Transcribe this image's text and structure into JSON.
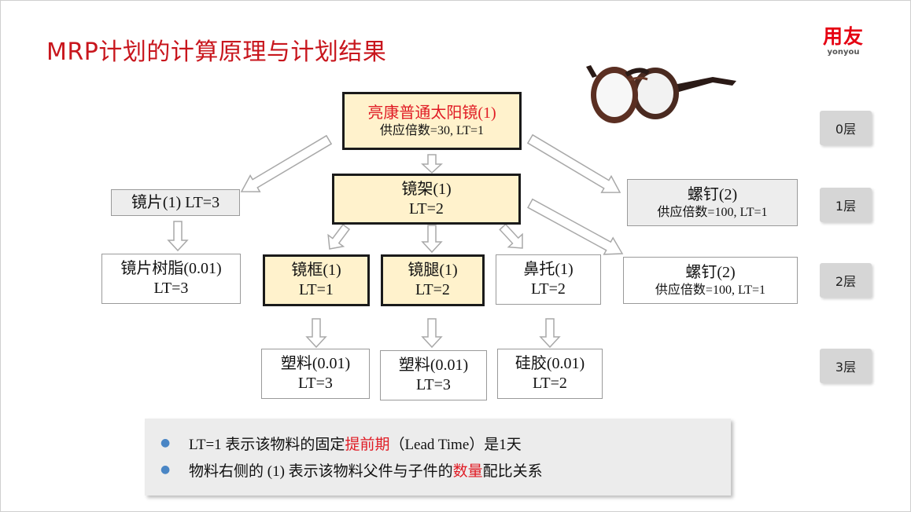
{
  "title": "MRP计划的计算原理与计划结果",
  "logo": {
    "cn": "用友",
    "en": "yonyou"
  },
  "nodes": {
    "root": {
      "name": "亮康普通太阳镜(1)",
      "detail": "供应倍数=30, LT=1"
    },
    "lens": {
      "name": "镜片(1) LT=3"
    },
    "frame": {
      "name": "镜架(1)",
      "detail": "LT=2"
    },
    "screw_a": {
      "name": "螺钉(2)",
      "detail": "供应倍数=100, LT=1"
    },
    "lens_resin": {
      "name": "镜片树脂(0.01)",
      "detail": "LT=3"
    },
    "rim": {
      "name": "镜框(1)",
      "detail": "LT=1"
    },
    "temple": {
      "name": "镜腿(1)",
      "detail": "LT=2"
    },
    "nose_pad": {
      "name": "鼻托(1)",
      "detail": "LT=2"
    },
    "screw_b": {
      "name": "螺钉(2)",
      "detail": "供应倍数=100, LT=1"
    },
    "plastic_a": {
      "name": "塑料(0.01)",
      "detail": "LT=3"
    },
    "plastic_b": {
      "name": "塑料(0.01)",
      "detail": "LT=3"
    },
    "silicone": {
      "name": "硅胶(0.01)",
      "detail": "LT=2"
    }
  },
  "layers": [
    "0层",
    "1层",
    "2层",
    "3层"
  ],
  "notes": {
    "line1": {
      "pre": "LT=1 表示该物料的固定",
      "highlight": "提前期",
      "post": "（Lead Time）是1天"
    },
    "line2": {
      "pre": "物料右侧的 (1) 表示该物料父件与子件的",
      "highlight": "数量",
      "post": "配比关系"
    }
  },
  "colors": {
    "title": "#c8161d",
    "highlight": "#e01b24",
    "key_node_fill": "#fff2cc",
    "bullet": "#4a86c5"
  },
  "icons": [
    "glasses-image",
    "bullet-icon"
  ]
}
